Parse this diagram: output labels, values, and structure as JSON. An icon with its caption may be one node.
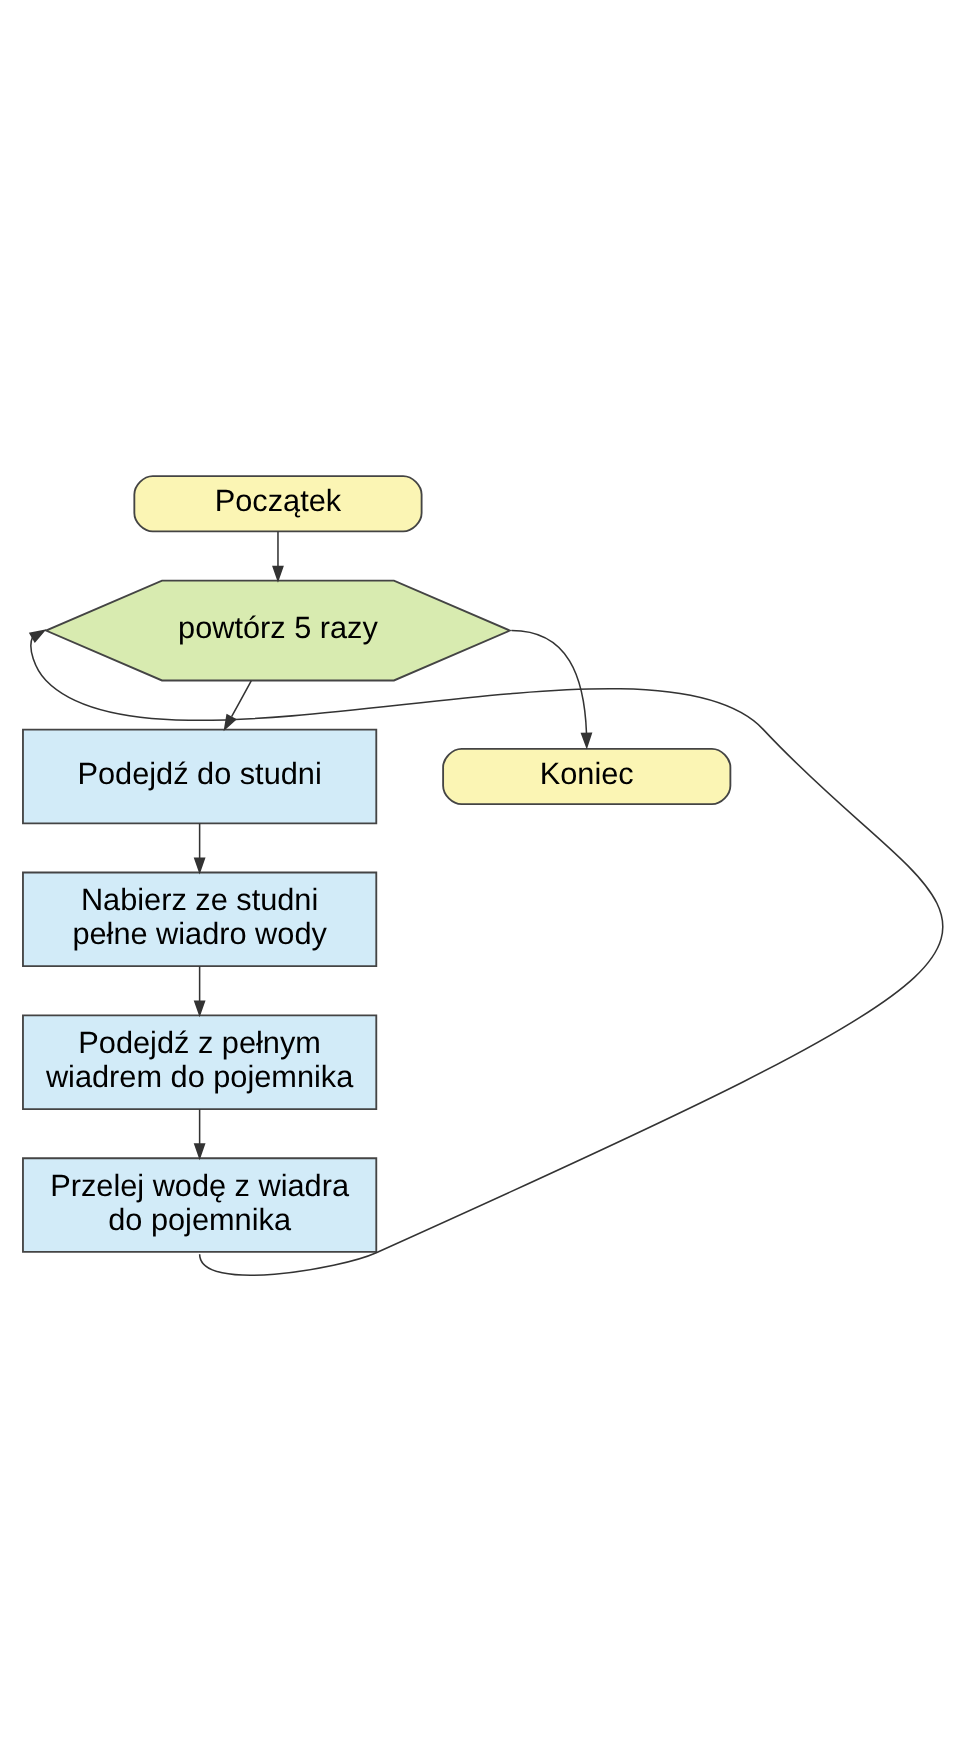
{
  "diagram": {
    "nodes": [
      {
        "text": [
          "Początek"
        ]
      },
      {
        "text": [
          "powtórz 5 razy"
        ]
      },
      {
        "text": [
          "Podejdź do studni"
        ]
      },
      {
        "text": [
          "Nabierz ze studni pełne wiadro wody"
        ]
      },
      {
        "text": [
          "Podejdź z pełnym wiadrem do pojemnika"
        ]
      },
      {
        "text": [
          "Przelej wodę z wiadra do pojemnika"
        ]
      },
      {
        "text": [
          "Koniec"
        ]
      }
    ],
    "edges": [
      {
        "from": 0,
        "to": 1,
        "arrow": "to"
      },
      {
        "from": 1,
        "to": 2,
        "arrow": "to"
      },
      {
        "from": 2,
        "to": 3,
        "arrow": "to"
      },
      {
        "from": 3,
        "to": 4,
        "arrow": "to"
      },
      {
        "from": 4,
        "to": 5,
        "arrow": "to"
      },
      {
        "from": 5,
        "to": 1,
        "arrow": "to"
      },
      {
        "from": 1,
        "to": 6,
        "arrow": "to"
      }
    ]
  }
}
